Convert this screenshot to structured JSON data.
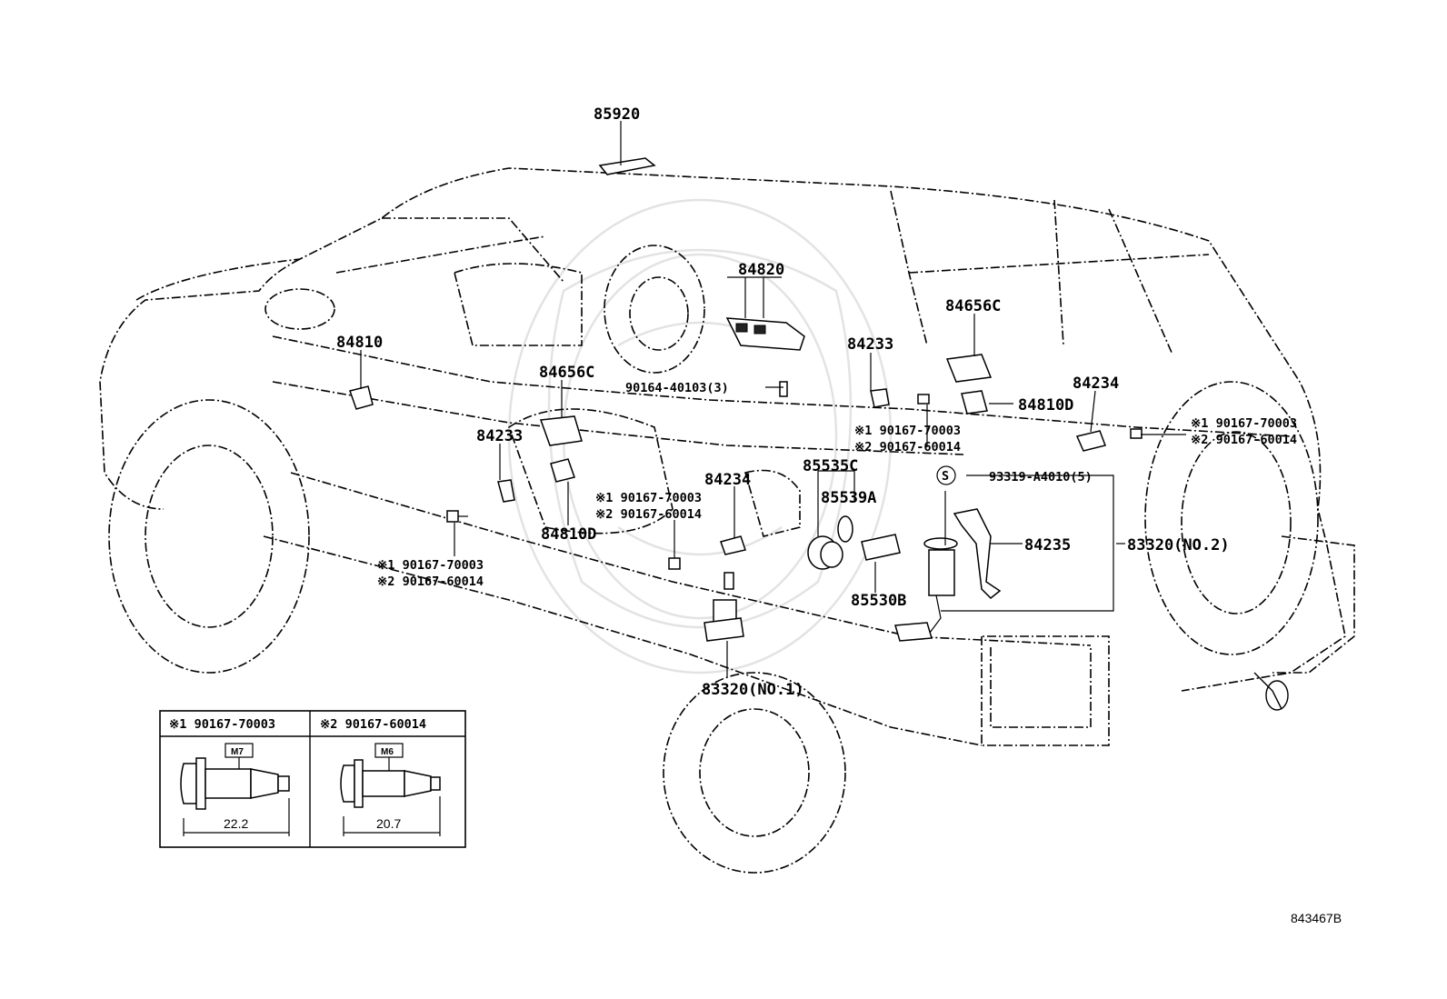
{
  "labels": {
    "p85920": "85920",
    "p84820": "84820",
    "p84810": "84810",
    "p84656c_front": "84656C",
    "p84656c_rear": "84656C",
    "p84233_front": "84233",
    "p84233_rear": "84233",
    "p84234_center": "84234",
    "p84234_rear": "84234",
    "p84810d_front": "84810D",
    "p84810d_rear": "84810D",
    "p90164": "90164-40103(3)",
    "p85535c": "85535C",
    "p85539a": "85539A",
    "p85530b": "85530B",
    "p84235": "84235",
    "p83320_no2": "83320(NO.2)",
    "p83320_no1": "83320(NO.1)",
    "p93319": "93319-A4010(5)",
    "s_marker": "S"
  },
  "bolt_callouts": {
    "mid_1": "※1 90167-70003",
    "mid_2": "※2 90167-60014",
    "left_1": "※1 90167-70003",
    "left_2": "※2 90167-60014",
    "center_1": "※1 90167-70003",
    "center_2": "※2 90167-60014",
    "right_1": "※1 90167-70003",
    "right_2": "※2 90167-60014"
  },
  "inset": {
    "left_title": "※1 90167-70003",
    "left_badge": "M7",
    "left_dim": "22.2",
    "right_title": "※2 90167-60014",
    "right_badge": "M6",
    "right_dim": "20.7"
  },
  "figure_id": "843467B"
}
